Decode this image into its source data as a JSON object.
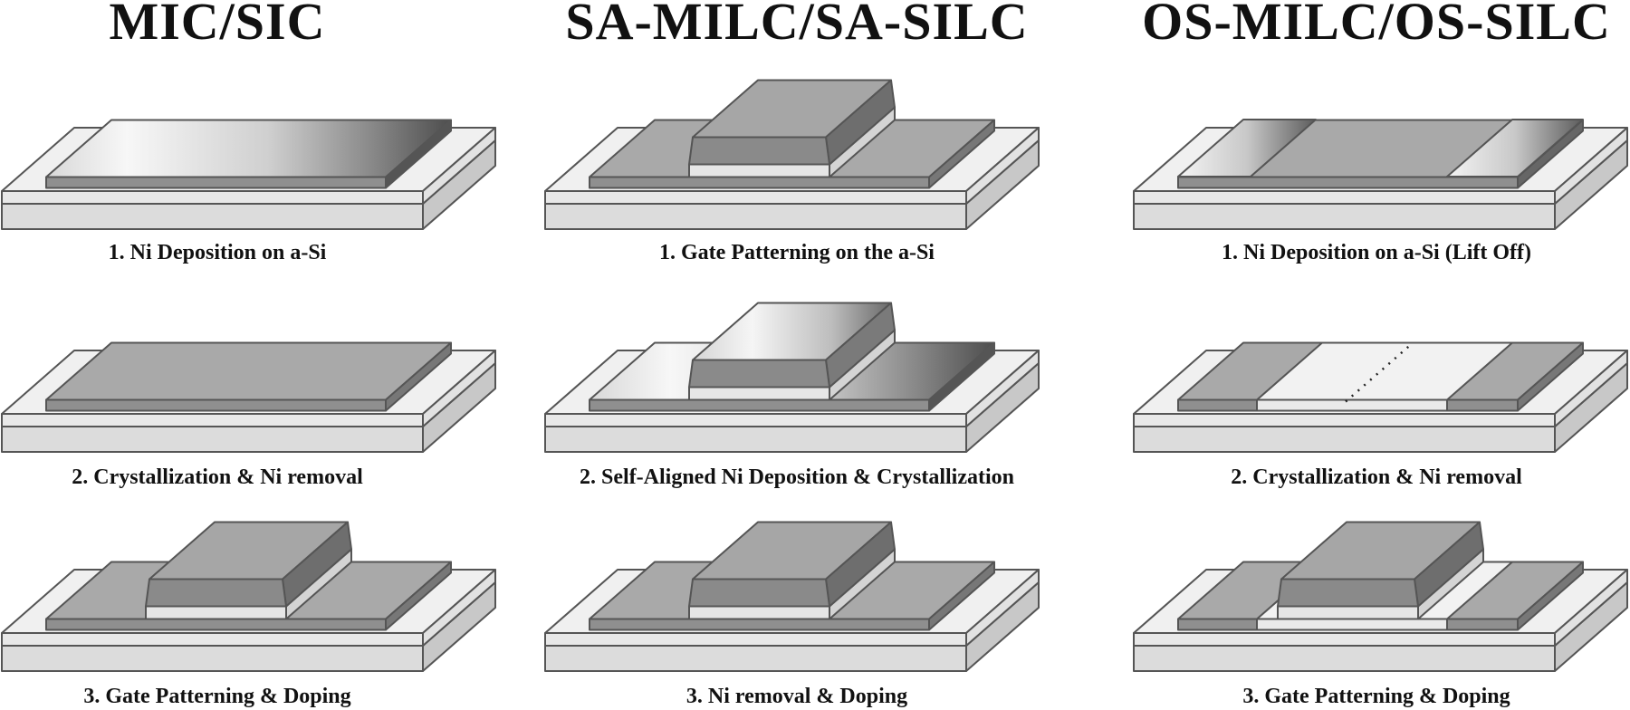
{
  "columns": [
    {
      "title": "MIC/SIC",
      "steps": [
        {
          "caption": "1. Ni Deposition on a-Si"
        },
        {
          "caption": "2. Crystallization & Ni removal"
        },
        {
          "caption": "3. Gate Patterning & Doping"
        }
      ]
    },
    {
      "title": "SA-MILC/SA-SILC",
      "steps": [
        {
          "caption": "1. Gate Patterning on the a-Si"
        },
        {
          "caption": "2. Self-Aligned Ni Deposition & Crystallization"
        },
        {
          "caption": "3. Ni removal & Doping"
        }
      ]
    },
    {
      "title": "OS-MILC/OS-SILC",
      "steps": [
        {
          "caption": "1. Ni Deposition on a-Si (Lift Off)"
        },
        {
          "caption": "2. Crystallization & Ni removal"
        },
        {
          "caption": "3. Gate Patterning & Doping"
        }
      ]
    }
  ],
  "colors": {
    "outline": "#555555",
    "substrate": "#dcdcdc",
    "glass": "#eeeeee",
    "film": "#a9a9a9",
    "film_front": "#8f8f8f",
    "gate_top": "#a6a6a6",
    "gate_front": "#8a8a8a",
    "gate_side": "#6e6e6e",
    "crystal": "#f2f2f2"
  }
}
